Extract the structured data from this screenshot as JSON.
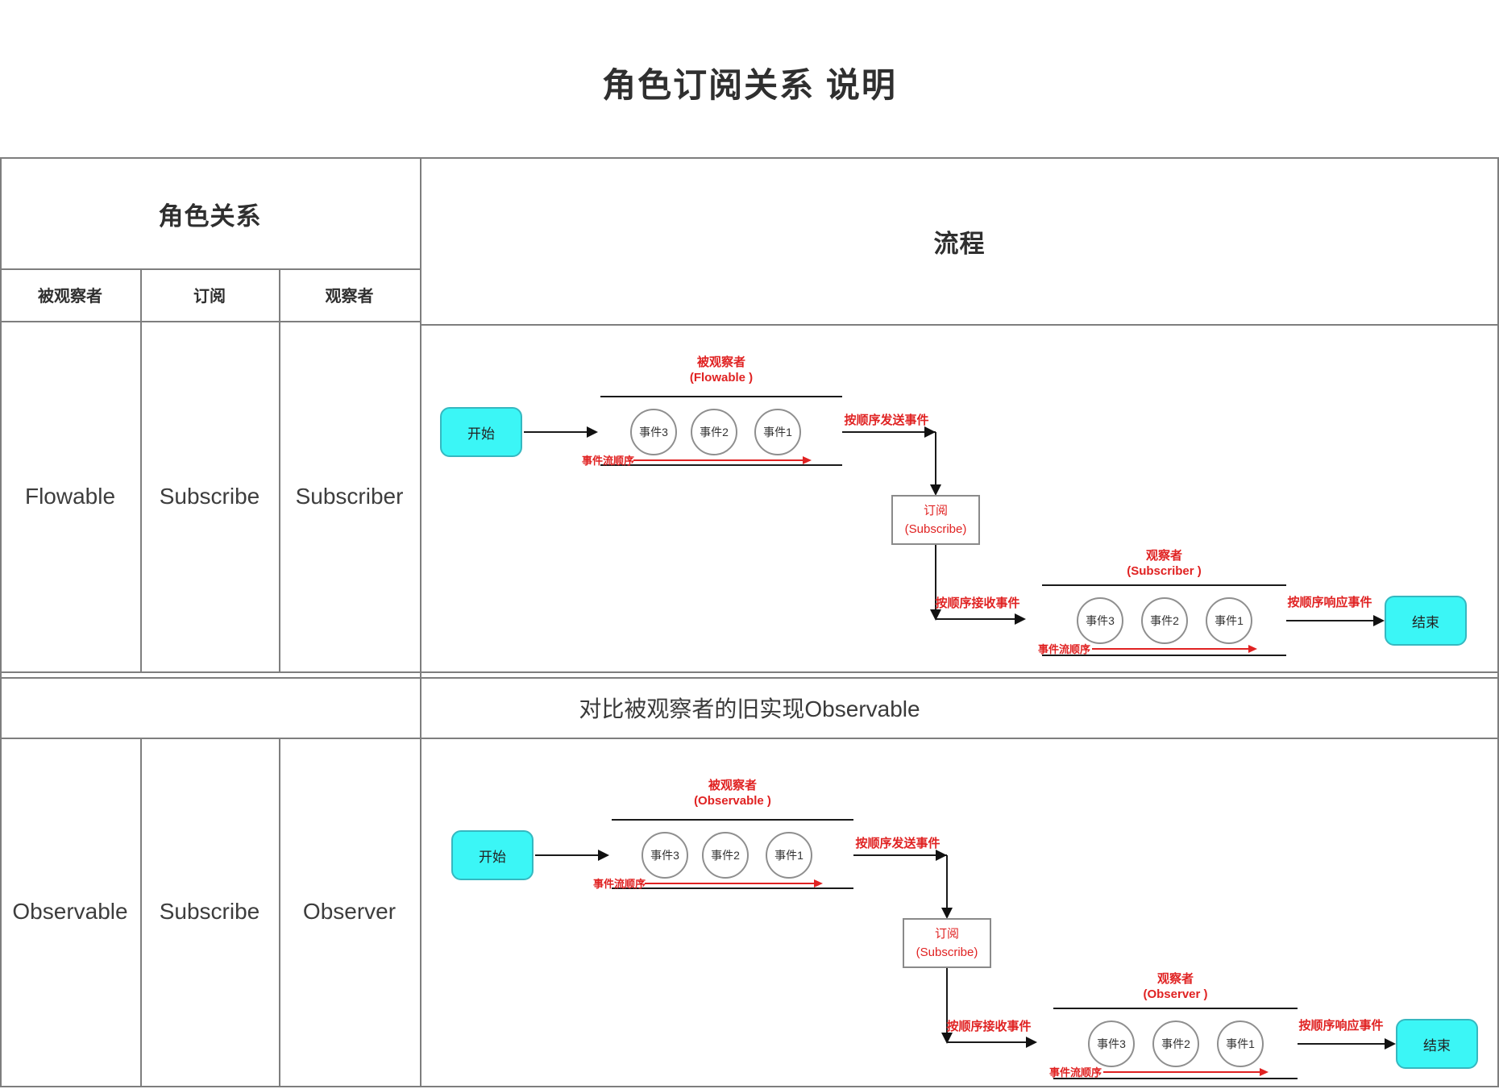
{
  "title": "角色订阅关系 说明",
  "left_table": {
    "header": "角色关系",
    "columns": [
      "被观察者",
      "订阅",
      "观察者"
    ],
    "rows": [
      [
        "Flowable",
        "Subscribe",
        "Subscriber"
      ],
      [
        "Observable",
        "Subscribe",
        "Observer"
      ]
    ]
  },
  "flow_header": "流程",
  "divider": "对比被观察者的旧实现Observable",
  "flows": [
    {
      "start": "开始",
      "end": "结束",
      "source": {
        "title": "被观察者",
        "subtitle": "(Flowable )",
        "events": [
          "事件3",
          "事件2",
          "事件1"
        ],
        "order": "事件流顺序"
      },
      "subscribe": {
        "line1": "订阅",
        "line2": "(Subscribe)"
      },
      "target": {
        "title": "观察者",
        "subtitle": "(Subscriber )",
        "events": [
          "事件3",
          "事件2",
          "事件1"
        ],
        "order": "事件流顺序"
      },
      "labels": {
        "send": "按顺序发送事件",
        "receive": "按顺序接收事件",
        "respond": "按顺序响应事件"
      }
    },
    {
      "start": "开始",
      "end": "结束",
      "source": {
        "title": "被观察者",
        "subtitle": "(Observable )",
        "events": [
          "事件3",
          "事件2",
          "事件1"
        ],
        "order": "事件流顺序"
      },
      "subscribe": {
        "line1": "订阅",
        "line2": "(Subscribe)"
      },
      "target": {
        "title": "观察者",
        "subtitle": "(Observer )",
        "events": [
          "事件3",
          "事件2",
          "事件1"
        ],
        "order": "事件流顺序"
      },
      "labels": {
        "send": "按顺序发送事件",
        "receive": "按顺序接收事件",
        "respond": "按顺序响应事件"
      }
    }
  ],
  "colors": {
    "accent_cyan": "#3bf6f6",
    "red": "#e02222",
    "grid_gray": "#7e7e7e"
  }
}
